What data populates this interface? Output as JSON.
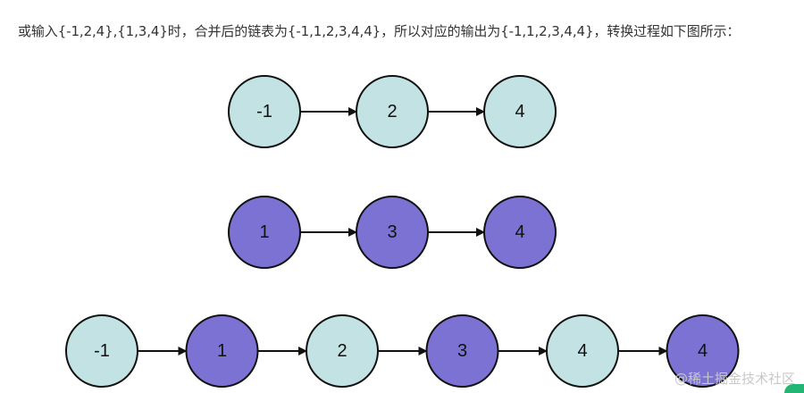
{
  "intro_text": "或输入{-1,2,4},{1,3,4}时，合并后的链表为{-1,1,2,3,4,4}，所以对应的输出为{-1,1,2,3,4,4}，转换过程如下图所示：",
  "colors": {
    "list_a_fill": "#c2e2e4",
    "list_b_fill": "#7b72d4",
    "node_stroke": "#111111",
    "arrow": "#111111"
  },
  "lists": [
    {
      "name": "list-a",
      "nodes": [
        {
          "label": "-1",
          "source": "a"
        },
        {
          "label": "2",
          "source": "a"
        },
        {
          "label": "4",
          "source": "a"
        }
      ]
    },
    {
      "name": "list-b",
      "nodes": [
        {
          "label": "1",
          "source": "b"
        },
        {
          "label": "3",
          "source": "b"
        },
        {
          "label": "4",
          "source": "b"
        }
      ]
    },
    {
      "name": "merged-list",
      "nodes": [
        {
          "label": "-1",
          "source": "a"
        },
        {
          "label": "1",
          "source": "b"
        },
        {
          "label": "2",
          "source": "a"
        },
        {
          "label": "3",
          "source": "b"
        },
        {
          "label": "4",
          "source": "a"
        },
        {
          "label": "4",
          "source": "b"
        }
      ]
    }
  ],
  "watermark": "@稀土掘金技术社区",
  "corner_icon": "juejin-logo-icon"
}
